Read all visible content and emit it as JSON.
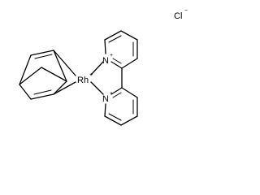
{
  "molecule": {
    "atoms": {
      "metal": "Rh",
      "metal_charge": "+",
      "nitrogen_top": "N",
      "nitrogen_bottom": "N",
      "nitrogen_charge": "+",
      "counter_ion": "Cl",
      "counter_ion_charge": "−"
    }
  }
}
